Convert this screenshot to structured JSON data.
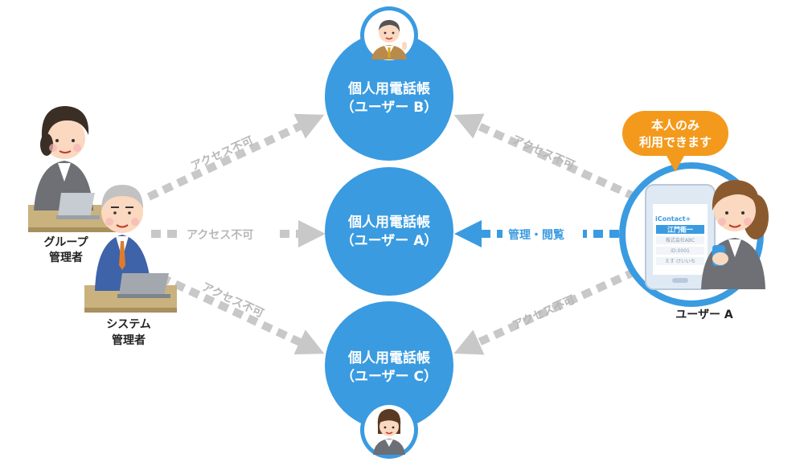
{
  "phonebooks": {
    "b": {
      "line1": "個人用電話帳",
      "line2": "（ユーザー B）"
    },
    "a": {
      "line1": "個人用電話帳",
      "line2": "（ユーザー A）"
    },
    "c": {
      "line1": "個人用電話帳",
      "line2": "（ユーザー C）"
    }
  },
  "arrows": {
    "deny": "アクセス不可",
    "manage": "管理・閲覧"
  },
  "people": {
    "group_admin": {
      "line1": "グループ",
      "line2": "管理者"
    },
    "system_admin": {
      "line1": "システム",
      "line2": "管理者"
    },
    "user_a": "ユーザー A"
  },
  "bubble": {
    "line1": "本人のみ",
    "line2": "利用できます"
  },
  "phone": {
    "brand": "iContact+",
    "name": "江鬥衛一",
    "company": "株式会社ABC",
    "id": "ID:0001",
    "kana": "えす けいいち"
  },
  "colors": {
    "circle": "#3a9be0",
    "deny_arrow": "#c8c8c8",
    "manage_arrow": "#3a9be0",
    "bubble": "#f39a1d"
  }
}
